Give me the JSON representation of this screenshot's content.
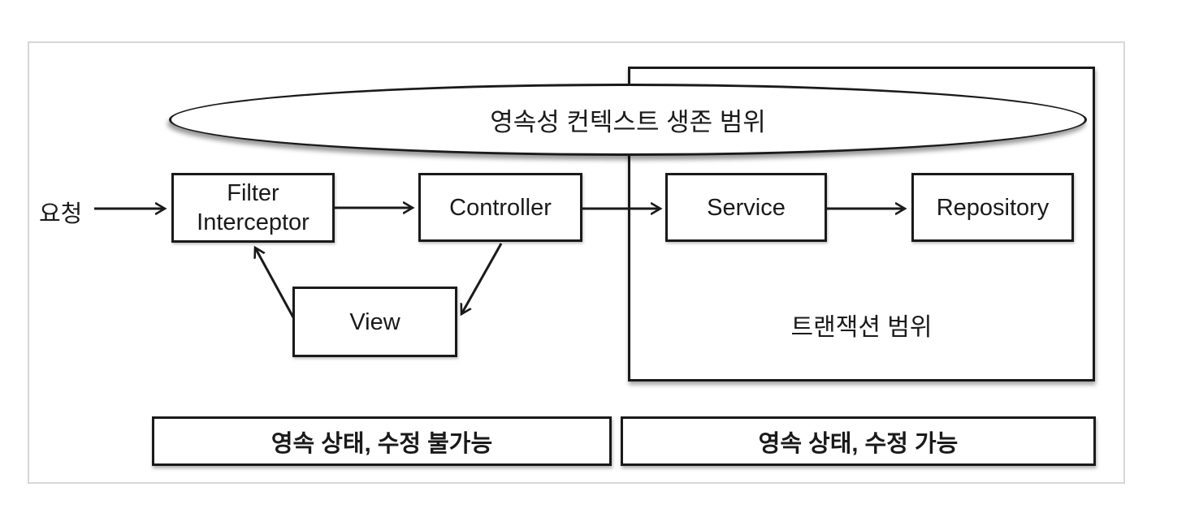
{
  "diagram": {
    "persistence_scope_label": "영속성 컨텍스트 생존 범위",
    "request_label": "요청",
    "nodes": {
      "filter_line1": "Filter",
      "filter_line2": "Interceptor",
      "controller": "Controller",
      "service": "Service",
      "repository": "Repository",
      "view": "View"
    },
    "transaction_scope_label": "트랜잭션 범위",
    "legend": {
      "left": "영속 상태, 수정 불가능",
      "right": "영속 상태, 수정 가능"
    },
    "colors": {
      "stroke": "#1a1a1a",
      "frame_border": "#d7d7d7",
      "background": "#ffffff"
    }
  }
}
